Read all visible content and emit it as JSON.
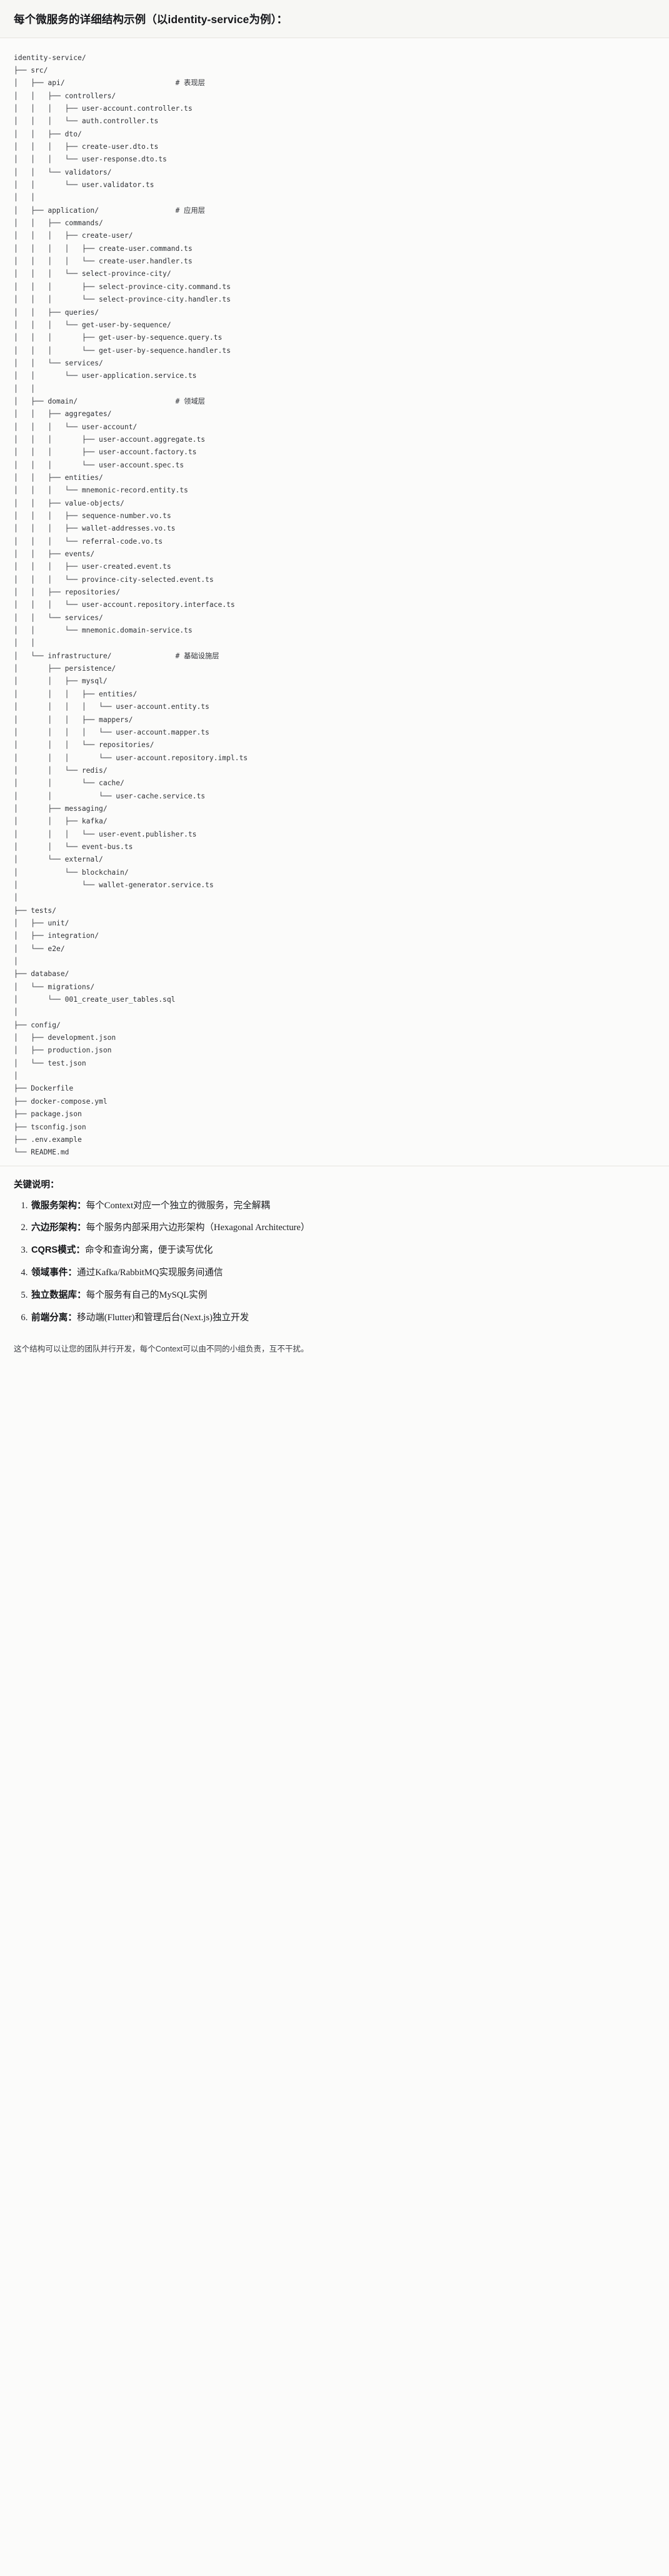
{
  "header": {
    "title": "每个微服务的详细结构示例（以identity-service为例）："
  },
  "tree": {
    "root": "identity-service/",
    "text": "identity-service/\n├── src/\n│   ├── api/                          # 表现层\n│   │   ├── controllers/\n│   │   │   ├── user-account.controller.ts\n│   │   │   └── auth.controller.ts\n│   │   ├── dto/\n│   │   │   ├── create-user.dto.ts\n│   │   │   └── user-response.dto.ts\n│   │   └── validators/\n│   │       └── user.validator.ts\n│   │\n│   ├── application/                  # 应用层\n│   │   ├── commands/\n│   │   │   ├── create-user/\n│   │   │   │   ├── create-user.command.ts\n│   │   │   │   └── create-user.handler.ts\n│   │   │   └── select-province-city/\n│   │   │       ├── select-province-city.command.ts\n│   │   │       └── select-province-city.handler.ts\n│   │   ├── queries/\n│   │   │   └── get-user-by-sequence/\n│   │   │       ├── get-user-by-sequence.query.ts\n│   │   │       └── get-user-by-sequence.handler.ts\n│   │   └── services/\n│   │       └── user-application.service.ts\n│   │\n│   ├── domain/                       # 领域层\n│   │   ├── aggregates/\n│   │   │   └── user-account/\n│   │   │       ├── user-account.aggregate.ts\n│   │   │       ├── user-account.factory.ts\n│   │   │       └── user-account.spec.ts\n│   │   ├── entities/\n│   │   │   └── mnemonic-record.entity.ts\n│   │   ├── value-objects/\n│   │   │   ├── sequence-number.vo.ts\n│   │   │   ├── wallet-addresses.vo.ts\n│   │   │   └── referral-code.vo.ts\n│   │   ├── events/\n│   │   │   ├── user-created.event.ts\n│   │   │   └── province-city-selected.event.ts\n│   │   ├── repositories/\n│   │   │   └── user-account.repository.interface.ts\n│   │   └── services/\n│   │       └── mnemonic.domain-service.ts\n│   │\n│   └── infrastructure/               # 基础设施层\n│       ├── persistence/\n│       │   ├── mysql/\n│       │   │   ├── entities/\n│       │   │   │   └── user-account.entity.ts\n│       │   │   ├── mappers/\n│       │   │   │   └── user-account.mapper.ts\n│       │   │   └── repositories/\n│       │   │       └── user-account.repository.impl.ts\n│       │   └── redis/\n│       │       └── cache/\n│       │           └── user-cache.service.ts\n│       ├── messaging/\n│       │   ├── kafka/\n│       │   │   └── user-event.publisher.ts\n│       │   └── event-bus.ts\n│       └── external/\n│           └── blockchain/\n│               └── wallet-generator.service.ts\n│\n├── tests/\n│   ├── unit/\n│   ├── integration/\n│   └── e2e/\n│\n├── database/\n│   └── migrations/\n│       └── 001_create_user_tables.sql\n│\n├── config/\n│   ├── development.json\n│   ├── production.json\n│   └── test.json\n│\n├── Dockerfile\n├── docker-compose.yml\n├── package.json\n├── tsconfig.json\n├── .env.example\n└── README.md"
  },
  "keys": {
    "title": "关键说明：",
    "items": [
      {
        "term": "微服务架构",
        "sep": "：",
        "desc": "每个Context对应一个独立的微服务，完全解耦"
      },
      {
        "term": "六边形架构",
        "sep": "：",
        "desc": "每个服务内部采用六边形架构（Hexagonal Architecture）"
      },
      {
        "term": "CQRS模式",
        "sep": "：",
        "desc": "命令和查询分离，便于读写优化"
      },
      {
        "term": "领域事件",
        "sep": "：",
        "desc": "通过Kafka/RabbitMQ实现服务间通信"
      },
      {
        "term": "独立数据库",
        "sep": "：",
        "desc": "每个服务有自己的MySQL实例"
      },
      {
        "term": "前端分离",
        "sep": "：",
        "desc": "移动端(Flutter)和管理后台(Next.js)独立开发"
      }
    ]
  },
  "closing": {
    "text": "这个结构可以让您的团队并行开发，每个Context可以由不同的小组负责，互不干扰。"
  }
}
